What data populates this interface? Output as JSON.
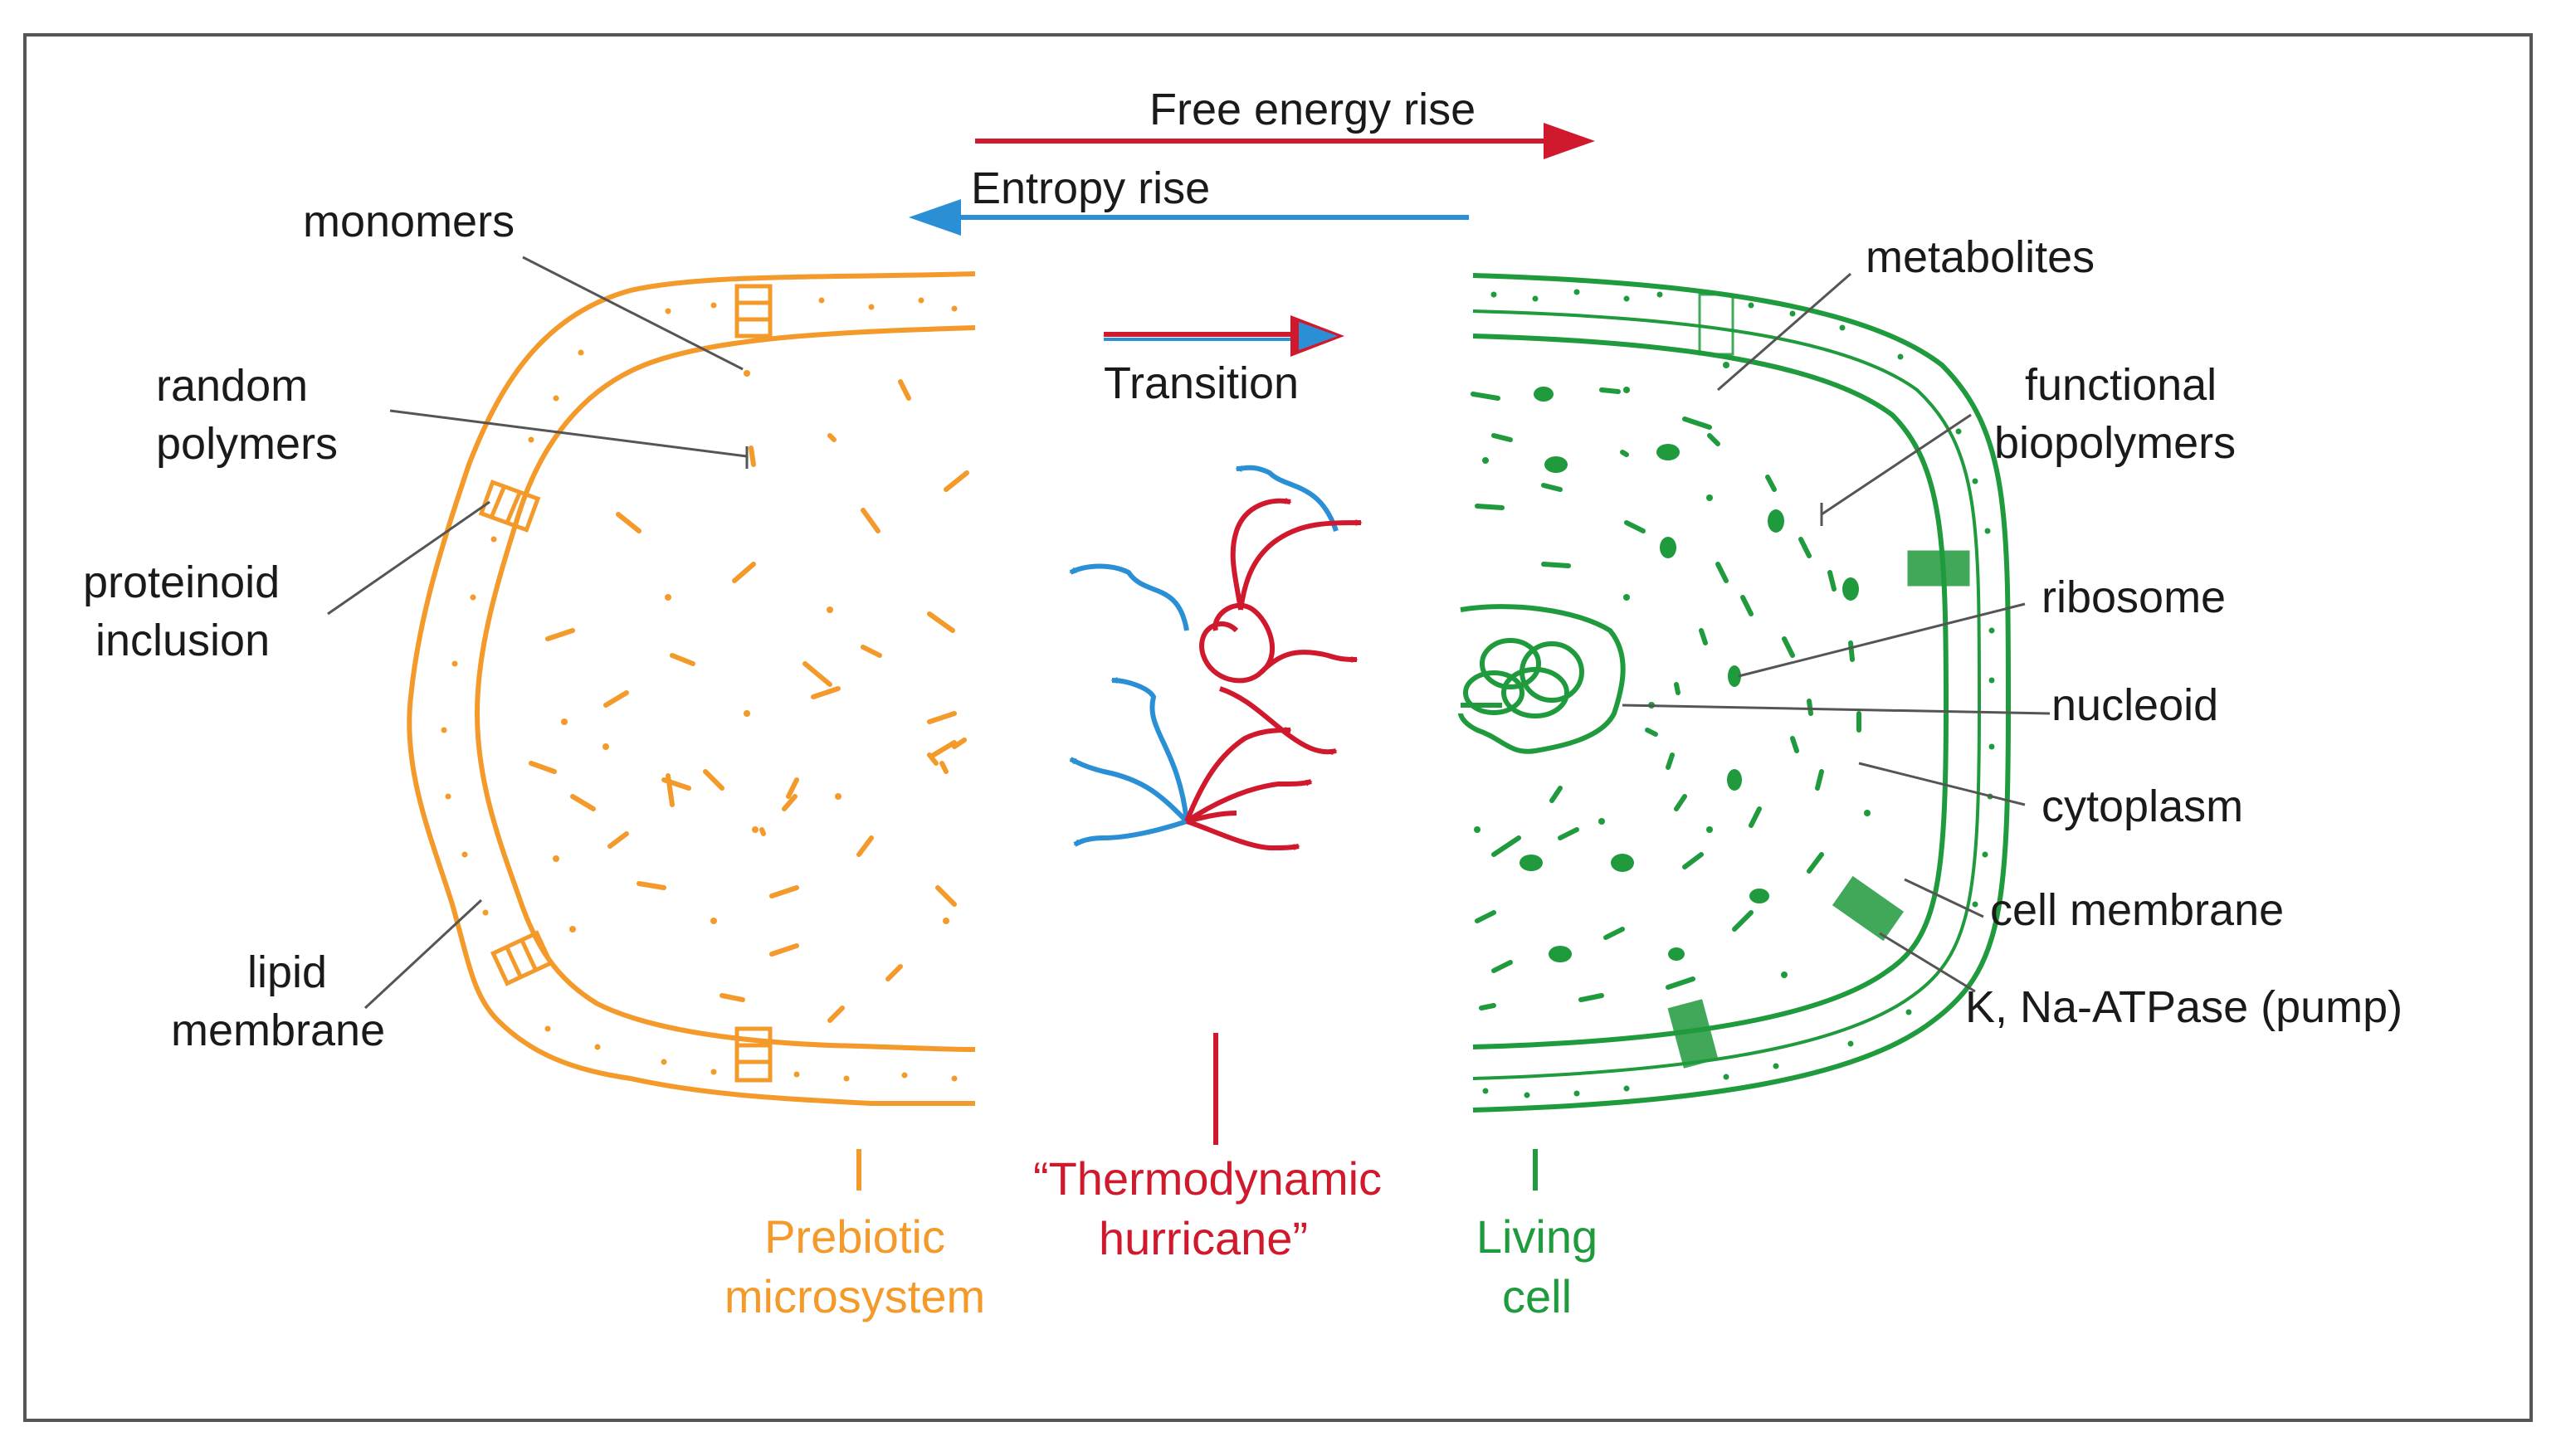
{
  "colors": {
    "orange": "#f39a2b",
    "green": "#1f9a3c",
    "red": "#d0192d",
    "blue": "#2b8fd6",
    "black": "#1a1a1a",
    "frame": "#555555"
  },
  "top": {
    "free_energy": "Free energy rise",
    "entropy": "Entropy rise",
    "transition": "Transition"
  },
  "left_labels": {
    "monomers": "monomers",
    "random_1": "random",
    "random_2": "polymers",
    "proteinoid_1": "proteinoid",
    "proteinoid_2": "inclusion",
    "lipid_1": "lipid",
    "lipid_2": "membrane"
  },
  "right_labels": {
    "metabolites": "metabolites",
    "functional_1": "functional",
    "functional_2": "biopolymers",
    "ribosome": "ribosome",
    "nucleoid": "nucleoid",
    "cytoplasm": "cytoplasm",
    "cell_membrane": "cell membrane",
    "pump": "K, Na-ATPase (pump)"
  },
  "bottom": {
    "prebiotic_1": "Prebiotic",
    "prebiotic_2": "microsystem",
    "hurricane_1": "“Thermodynamic",
    "hurricane_2": "hurricane”",
    "living_1": "Living",
    "living_2": "cell"
  }
}
